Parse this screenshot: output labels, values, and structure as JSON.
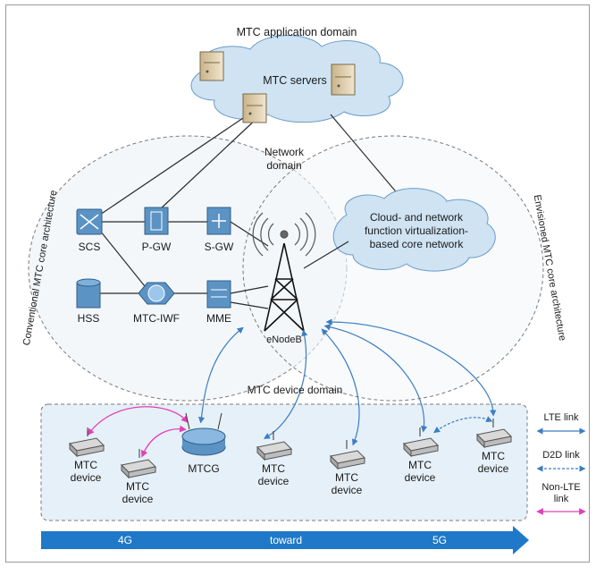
{
  "labels": {
    "app_domain": "MTC application domain",
    "mtc_servers": "MTC servers",
    "network_domain_1": "Network",
    "network_domain_2": "domain",
    "conventional_arch": "Conventional MTC core architecture",
    "envisioned_arch": "Envisioned MTC core architecture",
    "cloud_1": "Cloud- and network",
    "cloud_2": "function virtualization-",
    "cloud_3": "based core network",
    "scs": "SCS",
    "pgw": "P-GW",
    "sgw": "S-GW",
    "hss": "HSS",
    "mtciwf": "MTC-IWF",
    "mme": "MME",
    "enodeb": "eNodeB",
    "device_domain": "MTC device domain",
    "mtc": "MTC",
    "device": "device",
    "mtcg": "MTCG"
  },
  "legend": {
    "lte": "LTE link",
    "d2d": "D2D link",
    "nonlte_1": "Non-LTE",
    "nonlte_2": "link"
  },
  "timeline": {
    "left": "4G",
    "mid": "toward",
    "right": "5G"
  },
  "colors": {
    "cloud_fill": "#cfe3f3",
    "domain_fill": "#e6f0f8",
    "node_fill": "#5b93c4",
    "lte_link": "#3b7ec2",
    "nonlte_link": "#e040b8",
    "arrow": "#1f78c8"
  }
}
